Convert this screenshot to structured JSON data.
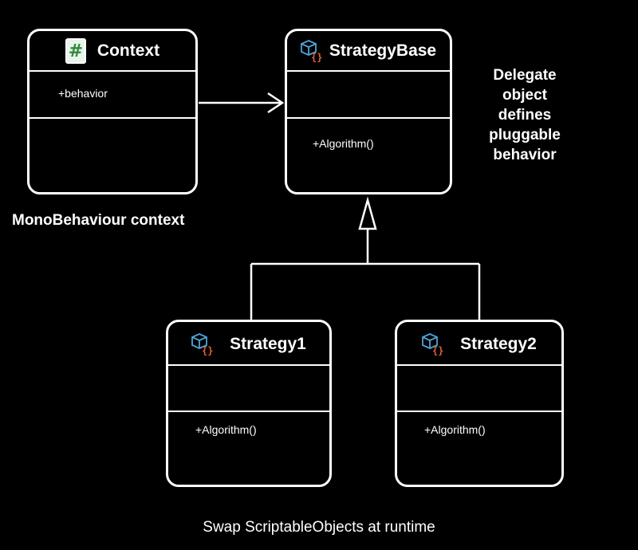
{
  "context": {
    "name": "Context",
    "member": "+behavior",
    "icon": "hash-script-icon"
  },
  "strategy_base": {
    "name": "StrategyBase",
    "method": "+Algorithm()",
    "icon": "cube-braces-icon"
  },
  "strategy1": {
    "name": "Strategy1",
    "method": "+Algorithm()",
    "icon": "cube-braces-icon"
  },
  "strategy2": {
    "name": "Strategy2",
    "method": "+Algorithm()",
    "icon": "cube-braces-icon"
  },
  "notes": {
    "context_caption": "MonoBehaviour context",
    "delegate_line1": "Delegate",
    "delegate_line2": "object",
    "delegate_line3": "defines",
    "delegate_line4": "pluggable",
    "delegate_line5": "behavior",
    "bottom_caption": "Swap ScriptableObjects at runtime"
  },
  "colors": {
    "background": "#000000",
    "stroke": "#ffffff",
    "script_icon_green": "#2f8b3f",
    "cube_icon_blue": "#4fa3d8",
    "braces_icon_orange": "#e0603a"
  }
}
